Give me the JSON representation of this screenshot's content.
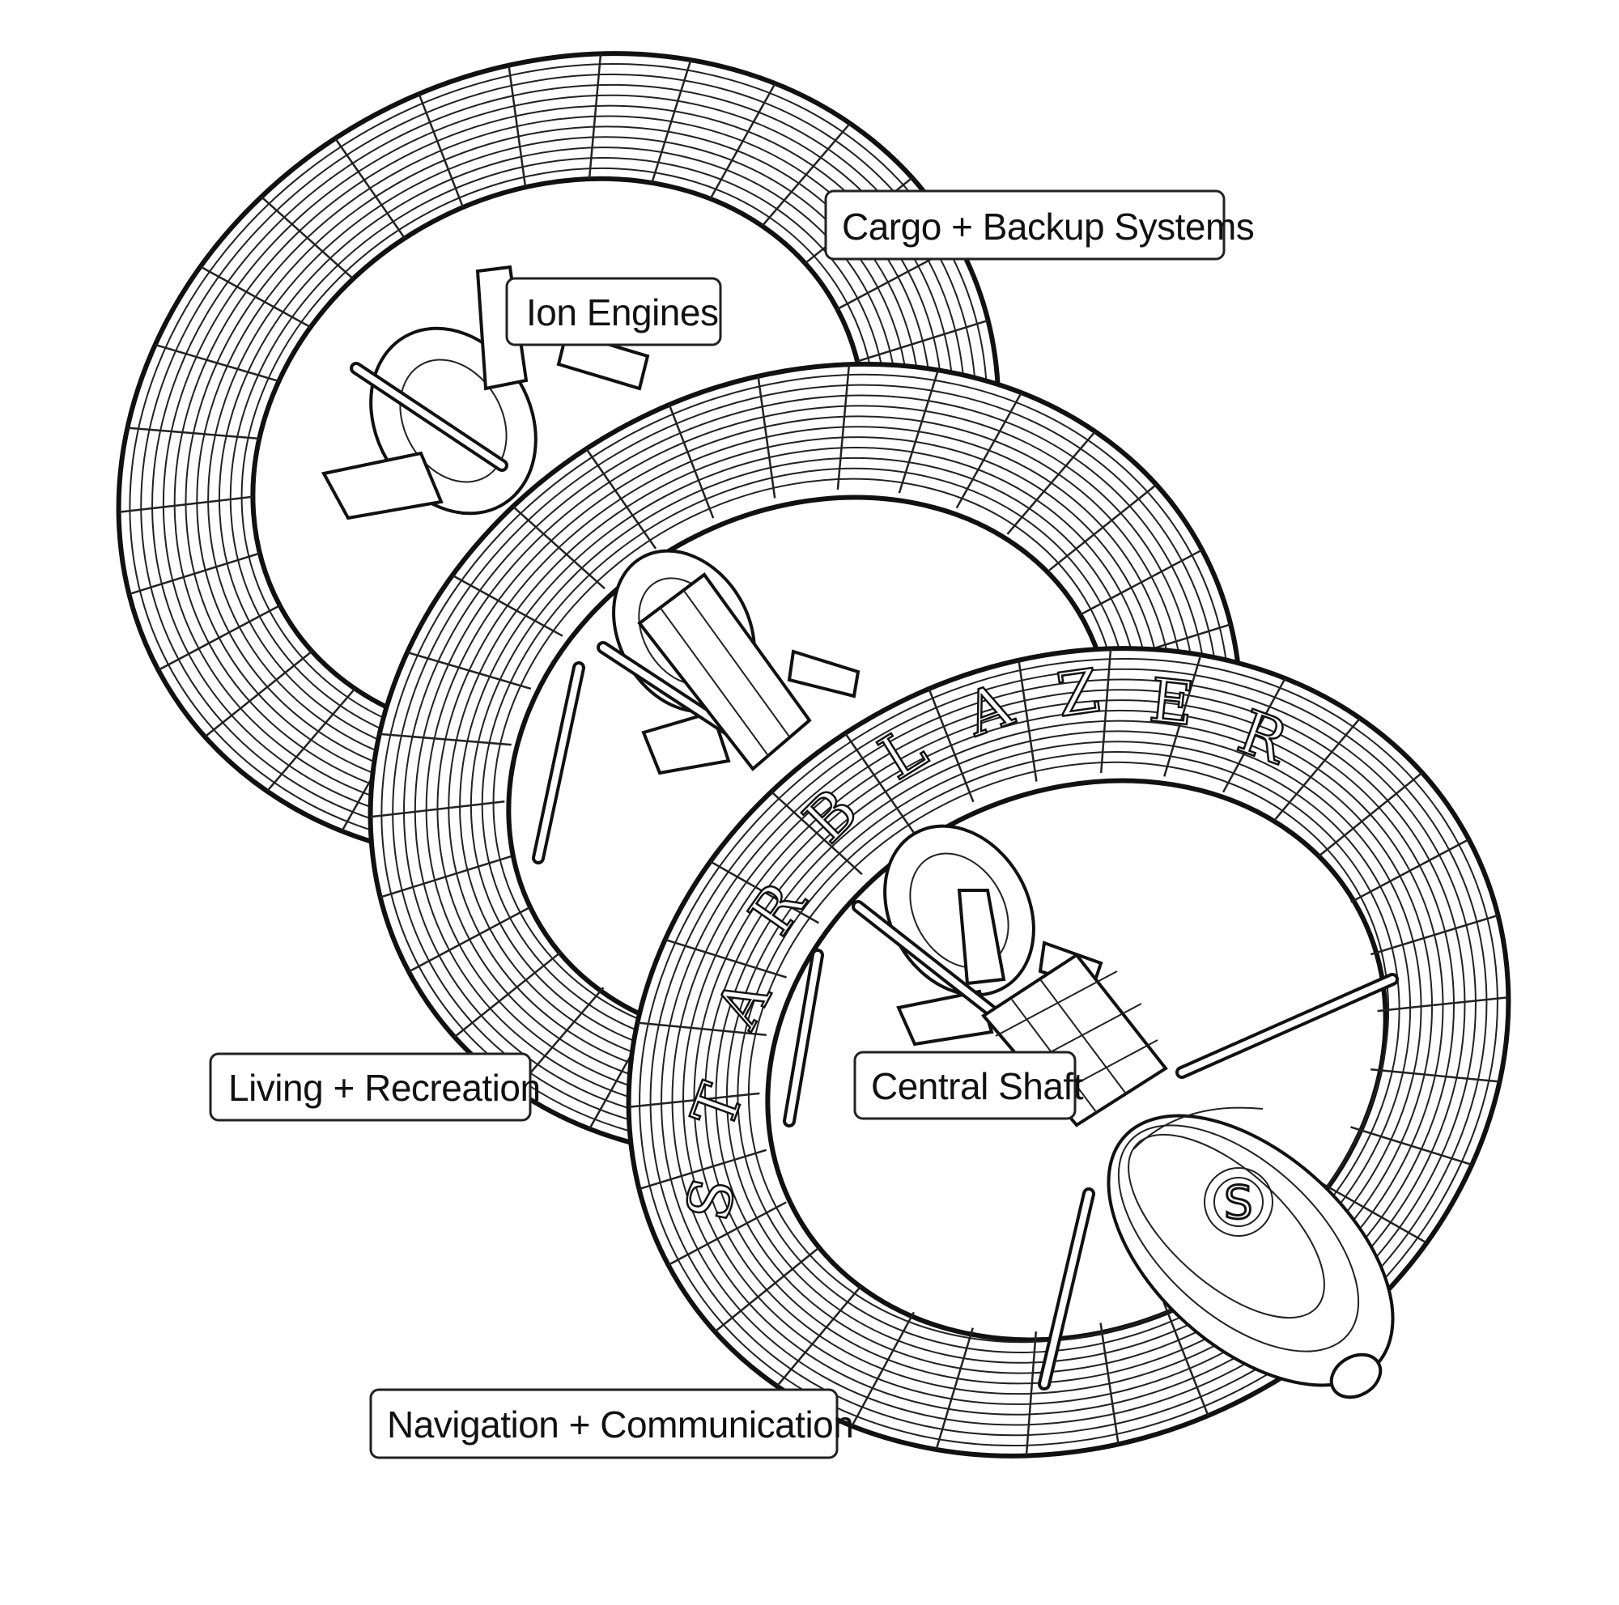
{
  "labels": {
    "cargo": "Cargo + Backup Systems",
    "ion_engines": "Ion Engines",
    "living": "Living + Recreation",
    "central_shaft": "Central Shaft",
    "navigation": "Navigation + Communication"
  },
  "ring_lettering": [
    "S",
    "T",
    "A",
    "R",
    "B",
    "L",
    "A",
    "Z",
    "E",
    "R"
  ],
  "logo_letter": "S",
  "colors": {
    "line": "#111111",
    "background": "#ffffff"
  }
}
